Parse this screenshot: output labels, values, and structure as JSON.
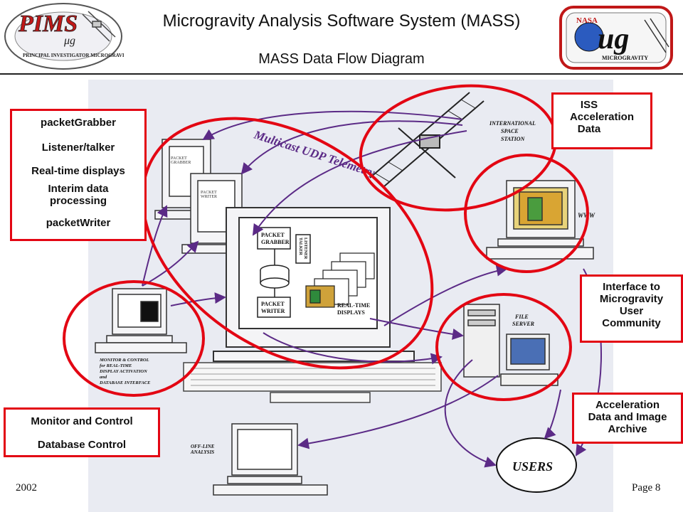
{
  "header": {
    "title": "Microgravity Analysis Software System (MASS)",
    "subtitle": "MASS Data Flow Diagram",
    "left_logo": {
      "main": "PIMS",
      "badge": "μg",
      "ring_text": "PRINCIPAL INVESTIGATOR MICROGRAVITY SERVICES"
    },
    "right_logo": {
      "top": "NASA",
      "main": "ug",
      "bottom": "MICROGRAVITY"
    }
  },
  "callouts": {
    "mass_functions": [
      "packetGrabber",
      "Listener/talker",
      "Real-time displays",
      "Interim data processing",
      "packetWriter"
    ],
    "monitor_control": [
      "Monitor and Control",
      "Database Control"
    ],
    "iss_data": [
      "ISS",
      "Acceleration",
      "Data"
    ],
    "user_interface": [
      "Interface to",
      "Microgravity",
      "User",
      "Community"
    ],
    "archive": [
      "Acceleration",
      "Data and Image",
      "Archive"
    ]
  },
  "diagram_labels": {
    "telemetry": "Multicast UDP Telemetry",
    "station": [
      "INTERNATIONAL",
      "SPACE",
      "STATION"
    ],
    "www": "WWW",
    "file_server": [
      "FILE",
      "SERVER"
    ],
    "users": "USERS",
    "packet_grabber": [
      "PACKET",
      "GRABBER"
    ],
    "packet_writer": [
      "PACKET",
      "WRITER"
    ],
    "listener_talker": [
      "LISTENER",
      "TALKER"
    ],
    "real_time": [
      "REAL-TIME",
      "DISPLAYS"
    ],
    "monitor": [
      "MONITOR & CONTROL",
      "for REAL-TIME",
      "DISPLAY ACTIVATION",
      "and",
      "DATABASE INTERFACE"
    ],
    "offline": [
      "OFF-LINE",
      "ANALYSIS"
    ],
    "packet_small_1": [
      "PACKET",
      "GRABBER"
    ],
    "packet_small_2": [
      "PACKET",
      "WRITER"
    ]
  },
  "footer": {
    "year": "2002",
    "page": "Page 8"
  },
  "colors": {
    "accent_red": "#e30613",
    "flow_purple": "#5b2a86",
    "text": "#111111"
  }
}
